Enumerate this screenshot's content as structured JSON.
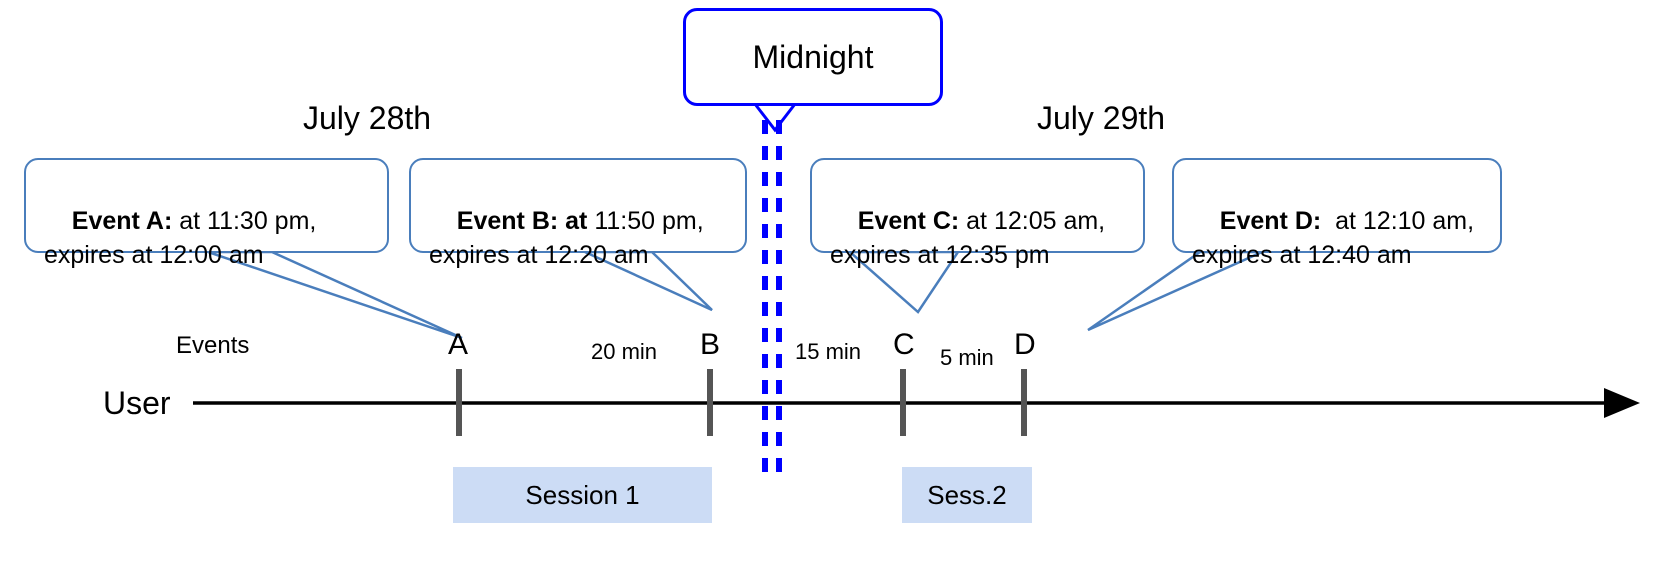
{
  "diagram": {
    "title_bubble": {
      "label": "Midnight"
    },
    "dates": [
      {
        "label": "July 28th"
      },
      {
        "label": "July 29th"
      }
    ],
    "axis": {
      "events_label": "Events",
      "user_label": "User"
    },
    "events": [
      {
        "key": "A",
        "marker": "A",
        "bold_text": "Event A:",
        "rest_text": " at 11:30 pm,\nexpires at 12:00 am"
      },
      {
        "key": "B",
        "marker": "B",
        "bold_text": "Event B: at",
        "rest_text": " 11:50 pm,\nexpires at 12:20 am"
      },
      {
        "key": "C",
        "marker": "C",
        "bold_text": "Event C:",
        "rest_text": " at 12:05 am,\nexpires at 12:35 pm"
      },
      {
        "key": "D",
        "marker": "D",
        "bold_text": "Event D:",
        "rest_text": "  at 12:10 am,\nexpires at 12:40 am"
      }
    ],
    "intervals": [
      {
        "label": "20 min"
      },
      {
        "label": "15 min"
      },
      {
        "label": "5 min"
      }
    ],
    "sessions": [
      {
        "label": "Session 1"
      },
      {
        "label": "Sess.2"
      }
    ],
    "colors": {
      "callout_border": "#4a7ebc",
      "midnight_border": "#0000ff",
      "midnight_dashes": "#0000ff",
      "session_fill": "#ccdcf5",
      "marker_tick": "#555555",
      "timeline": "#000000"
    }
  }
}
